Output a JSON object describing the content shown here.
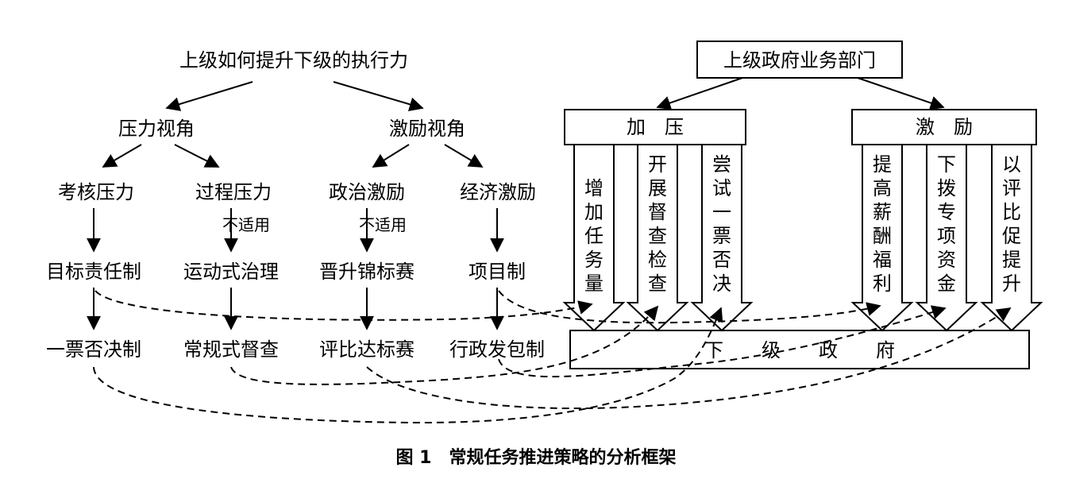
{
  "left_tree": {
    "root": "上级如何提升下级的执行力",
    "perspectives": [
      "压力视角",
      "激励视角"
    ],
    "mechanisms": [
      "考核压力",
      "过程压力",
      "政治激励",
      "经济激励"
    ],
    "not_applicable": "不适用",
    "systems": [
      "目标责任制",
      "运动式治理",
      "晋升锦标赛",
      "项目制"
    ],
    "routine": [
      "一票否决制",
      "常规式督查",
      "评比达标赛",
      "行政发包制"
    ]
  },
  "right_panel": {
    "top_box": "上级政府业务部门",
    "pressure_label": "加　压",
    "incentive_label": "激　励",
    "bottom_box": "下　　级　　政　　府",
    "pressure_arrows": [
      "增加任务量",
      "开展督查检查",
      "尝试一票否决"
    ],
    "incentive_arrows": [
      "提高薪酬福利",
      "下拨专项资金",
      "以评比促提升"
    ]
  },
  "caption": "图 1　常规任务推进策略的分析框架"
}
